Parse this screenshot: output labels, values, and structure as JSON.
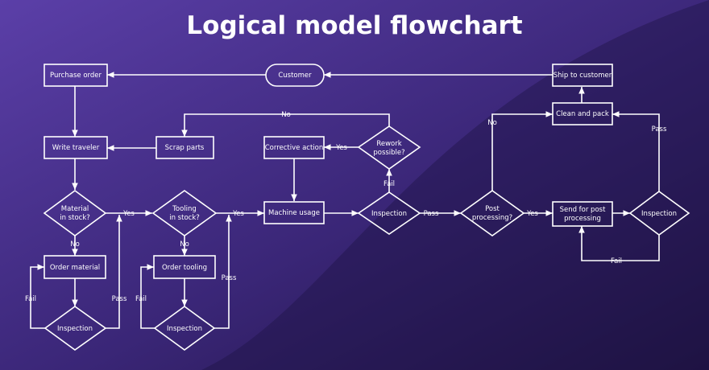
{
  "title": "Logical model flowchart",
  "colors": {
    "bg_light": "#5b3fa8",
    "bg_dark": "#1e1240",
    "stroke": "#ffffff"
  },
  "nodes": {
    "purchase_order": "Purchase order",
    "customer": "Customer",
    "ship_to_customer": "Ship to customer",
    "write_traveler": "Write traveler",
    "scrap_parts": "Scrap parts",
    "corrective_action": "Corrective action",
    "rework_possible": [
      "Rework",
      "possible?"
    ],
    "clean_and_pack": "Clean and pack",
    "material_in_stock": [
      "Material",
      "in stock?"
    ],
    "tooling_in_stock": [
      "Tooling",
      "in stock?"
    ],
    "machine_usage": "Machine usage",
    "inspection_main": "Inspection",
    "post_processing": [
      "Post",
      "processing?"
    ],
    "send_for_post_processing": [
      "Send for post",
      "processing"
    ],
    "inspection_post": "Inspection",
    "order_material": "Order material",
    "order_tooling": "Order tooling",
    "inspection_material": "Inspection",
    "inspection_tooling": "Inspection"
  },
  "edge_labels": {
    "no": "No",
    "yes": "Yes",
    "fail": "Fail",
    "pass": "Pass"
  }
}
